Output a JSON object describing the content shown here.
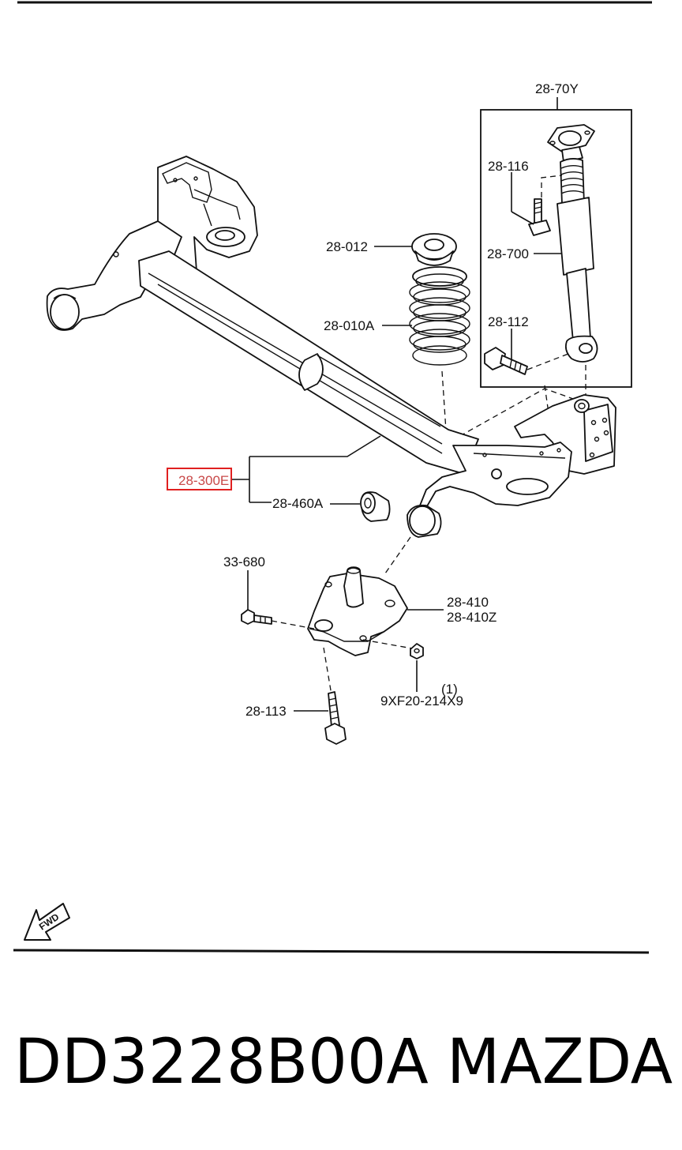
{
  "parts": {
    "p28_70Y": "28-70Y",
    "p28_116": "28-116",
    "p28_700": "28-700",
    "p28_112": "28-112",
    "p28_012": "28-012",
    "p28_010A": "28-010A",
    "p28_300E": "28-300E",
    "p28_460A": "28-460A",
    "p33_680": "33-680",
    "p28_410": "28-410",
    "p28_410Z": "28-410Z",
    "p28_113": "28-113",
    "note_1": "(1)",
    "p9XF20": "9XF20-214X9"
  },
  "fwd_label": "FWD",
  "footer": {
    "part_number": "DD3228B00A",
    "brand": "MAZDA"
  },
  "colors": {
    "highlight": "#e02020",
    "highlight_text": "#c84848"
  }
}
